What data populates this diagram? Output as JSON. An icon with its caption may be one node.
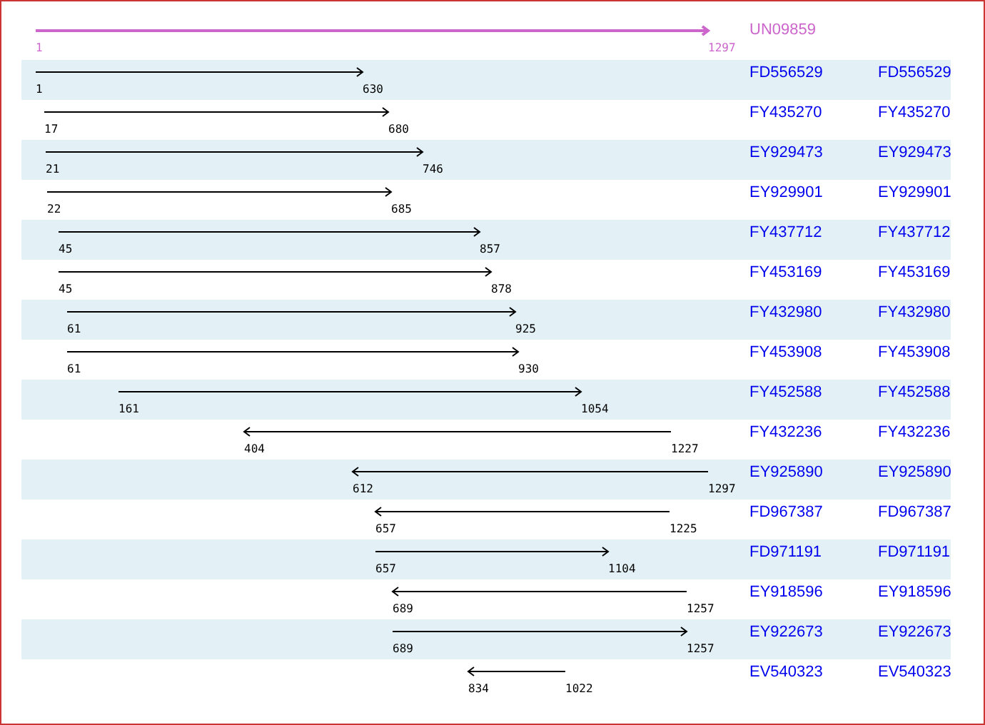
{
  "diagram": {
    "labels": [
      "1",
      "1297",
      "UN09859",
      "1",
      "630",
      "FD556529",
      "FD556529",
      "17",
      "680",
      "FY435270",
      "FY435270",
      "21",
      "746",
      "EY929473",
      "EY929473",
      "22",
      "685",
      "EY929901",
      "EY929901",
      "45",
      "857",
      "FY437712",
      "FY437712",
      "45",
      "878",
      "FY453169",
      "FY453169",
      "61",
      "925",
      "FY432980",
      "FY432980",
      "61",
      "930",
      "FY453908",
      "FY453908",
      "161",
      "1054",
      "FY452588",
      "FY452588",
      "404",
      "1227",
      "FY432236",
      "FY432236",
      "612",
      "1297",
      "EY925890",
      "EY925890",
      "657",
      "1225",
      "FD967387",
      "FD967387",
      "657",
      "1104",
      "FD971191",
      "FD971191",
      "689",
      "1257",
      "EY918596",
      "EY918596",
      "689",
      "1257",
      "EY922673",
      "EY922673",
      "834",
      "1022",
      "EV540323",
      "EV540323"
    ]
  }
}
